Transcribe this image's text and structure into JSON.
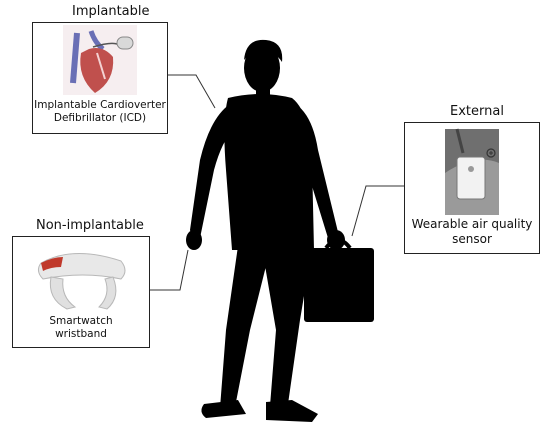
{
  "categories": [
    {
      "id": "implantable",
      "heading": "Implantable",
      "device_lines": [
        "Implantable Cardioverter",
        "Defibrillator (ICD)"
      ]
    },
    {
      "id": "external",
      "heading": "External",
      "device_lines": [
        "Wearable air quality",
        "sensor"
      ]
    },
    {
      "id": "non-implantable",
      "heading": "Non-implantable",
      "device_lines": [
        "Smartwatch",
        "wristband"
      ]
    }
  ],
  "colors": {
    "figure": "#000000",
    "border": "#222222",
    "heart": "#c0504d",
    "vessel": "#6a6fb5",
    "wristband": "#e8e8e8",
    "wristband_accent": "#c0392b"
  }
}
